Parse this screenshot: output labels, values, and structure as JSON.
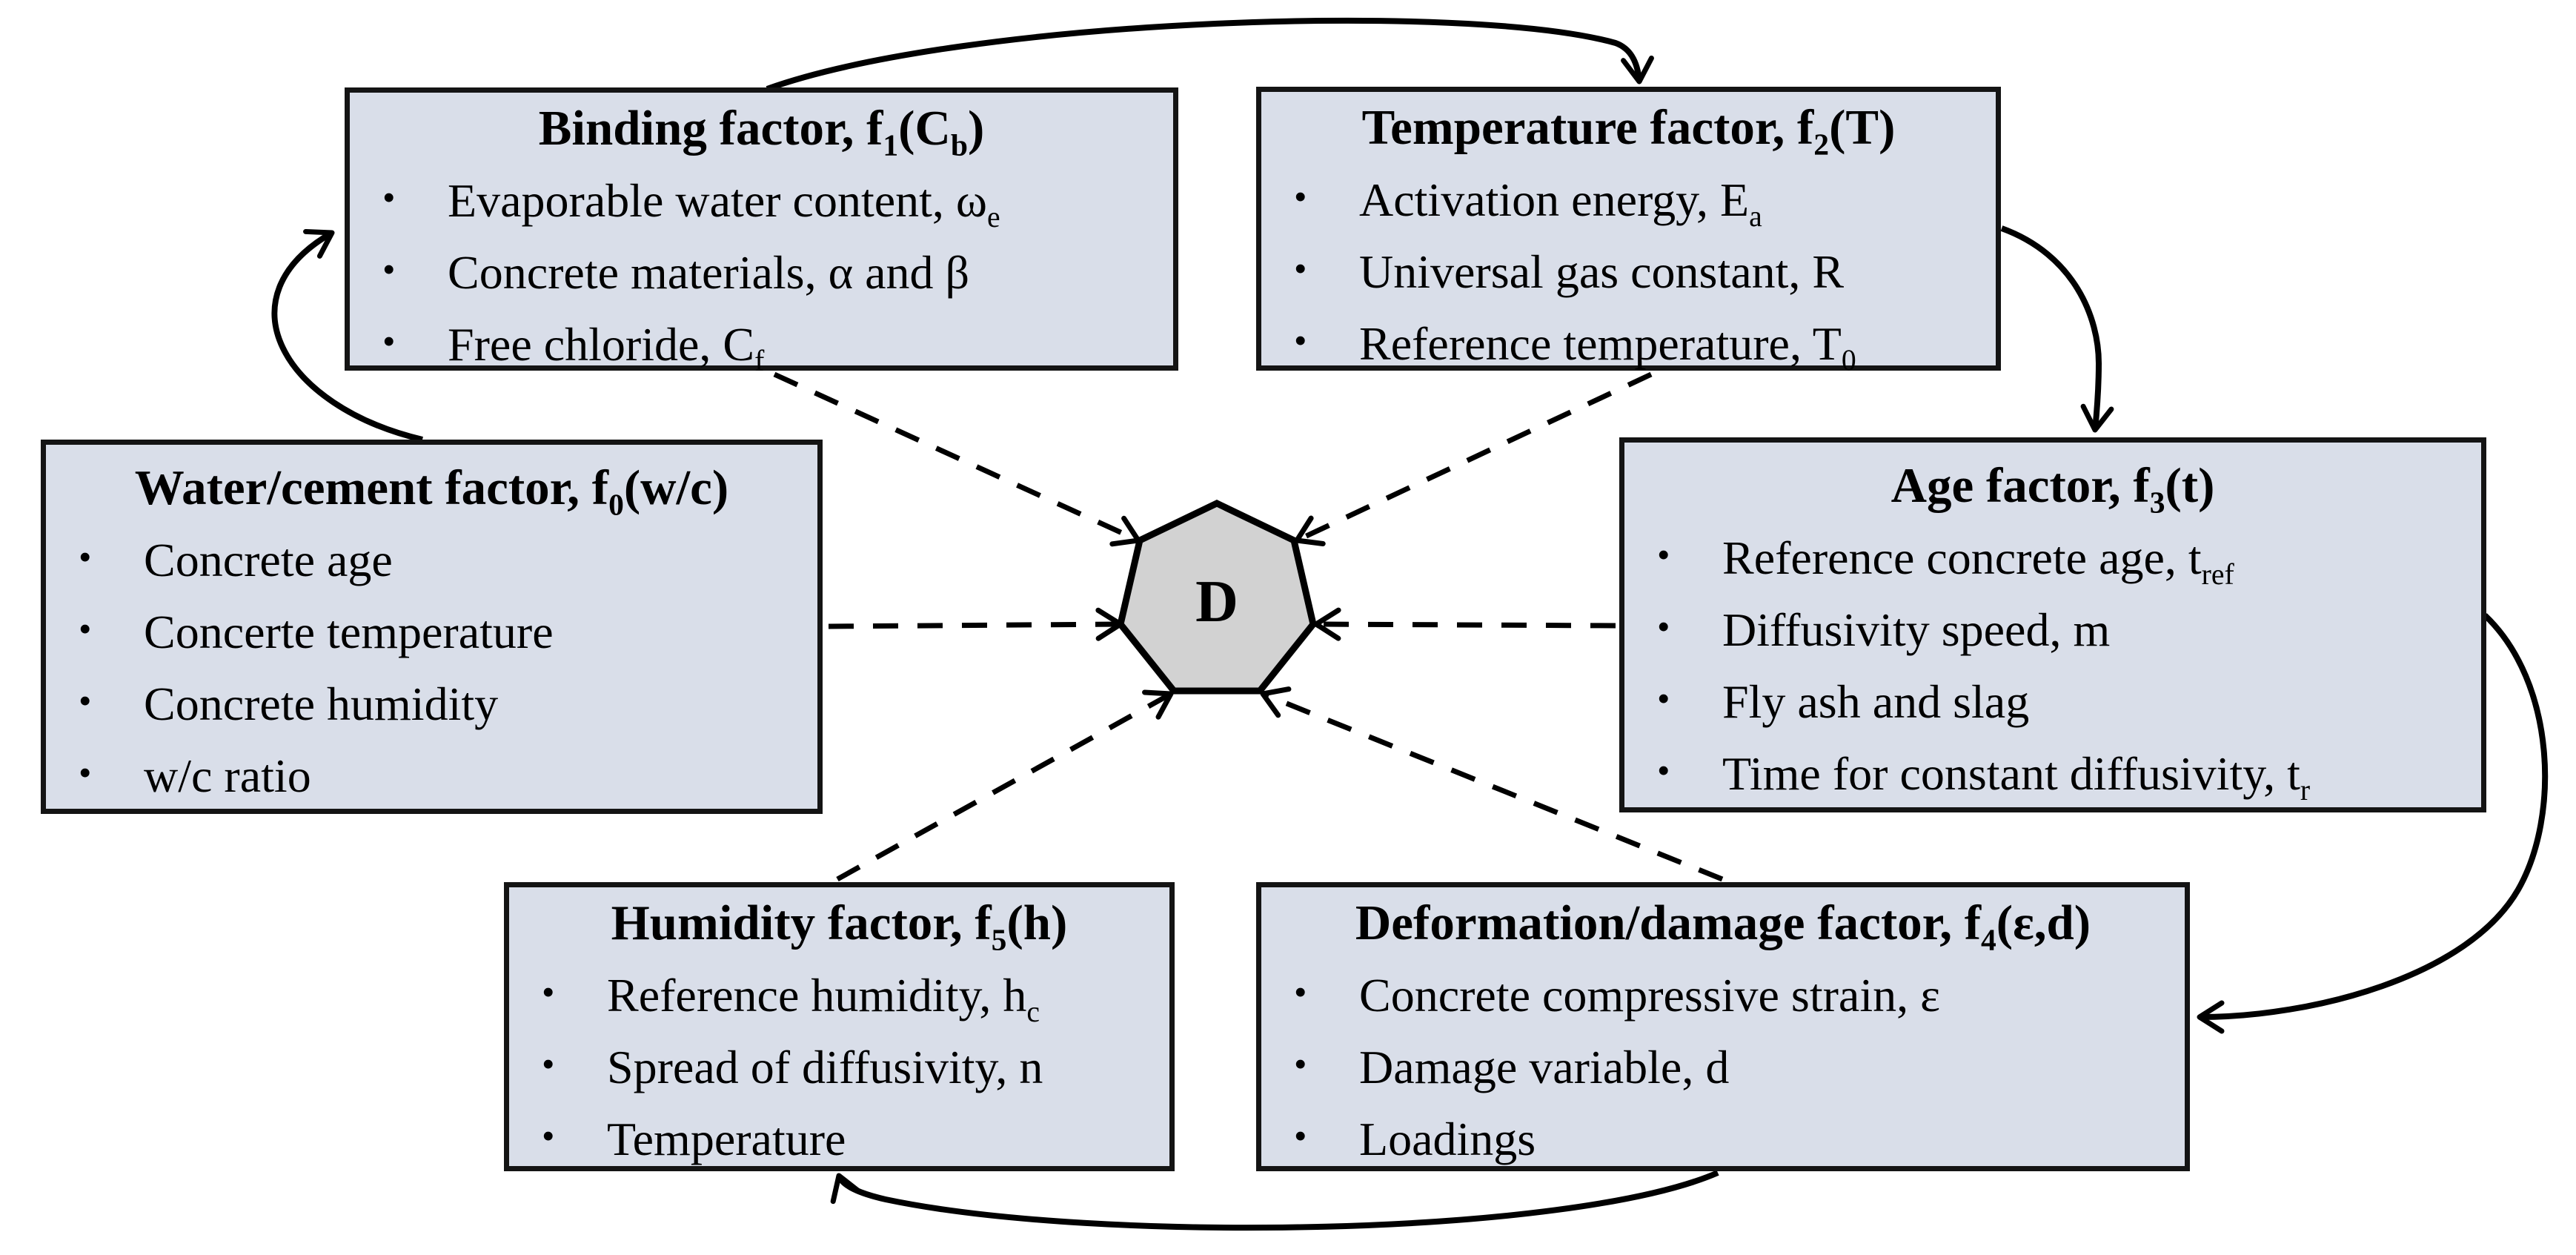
{
  "diagram": {
    "center_node": {
      "label": "D",
      "shape": "heptagon"
    },
    "colors": {
      "box_fill": "#d9dee9",
      "box_border": "#141414",
      "node_fill": "#d2d2d2",
      "arrow": "#000000"
    },
    "boxes": [
      {
        "id": "binding",
        "title": "Binding factor, f_{1}(C_{b})",
        "items": [
          "Evaporable water content, ω_{e}",
          "Concrete materials, α and β",
          "Free chloride, C_{f}"
        ]
      },
      {
        "id": "temperature",
        "title": "Temperature factor, f_{2}(T)",
        "items": [
          "Activation energy, E_{a}",
          "Universal gas constant, R",
          "Reference temperature, T_{0}"
        ]
      },
      {
        "id": "watercement",
        "title": "Water/cement factor, f_{0}(w/c)",
        "items": [
          "Concrete age",
          "Concerte temperature",
          "Concrete humidity",
          "w/c ratio"
        ]
      },
      {
        "id": "age",
        "title": "Age factor, f_{3}(t)",
        "items": [
          "Reference concrete age, t_{ref}",
          "Diffusivity speed, m",
          "Fly ash and slag",
          "Time for constant diffusivity, t_{r}"
        ]
      },
      {
        "id": "humidity",
        "title": "Humidity factor, f_{5}(h)",
        "items": [
          "Reference humidity, h_{c}",
          "Spread of diffusivity, n",
          "Temperature"
        ]
      },
      {
        "id": "deformation",
        "title": "Deformation/damage factor, f_{4}(ε,d)",
        "items": [
          "Concrete compressive strain, ε",
          "Damage variable, d",
          "Loadings"
        ]
      }
    ]
  }
}
